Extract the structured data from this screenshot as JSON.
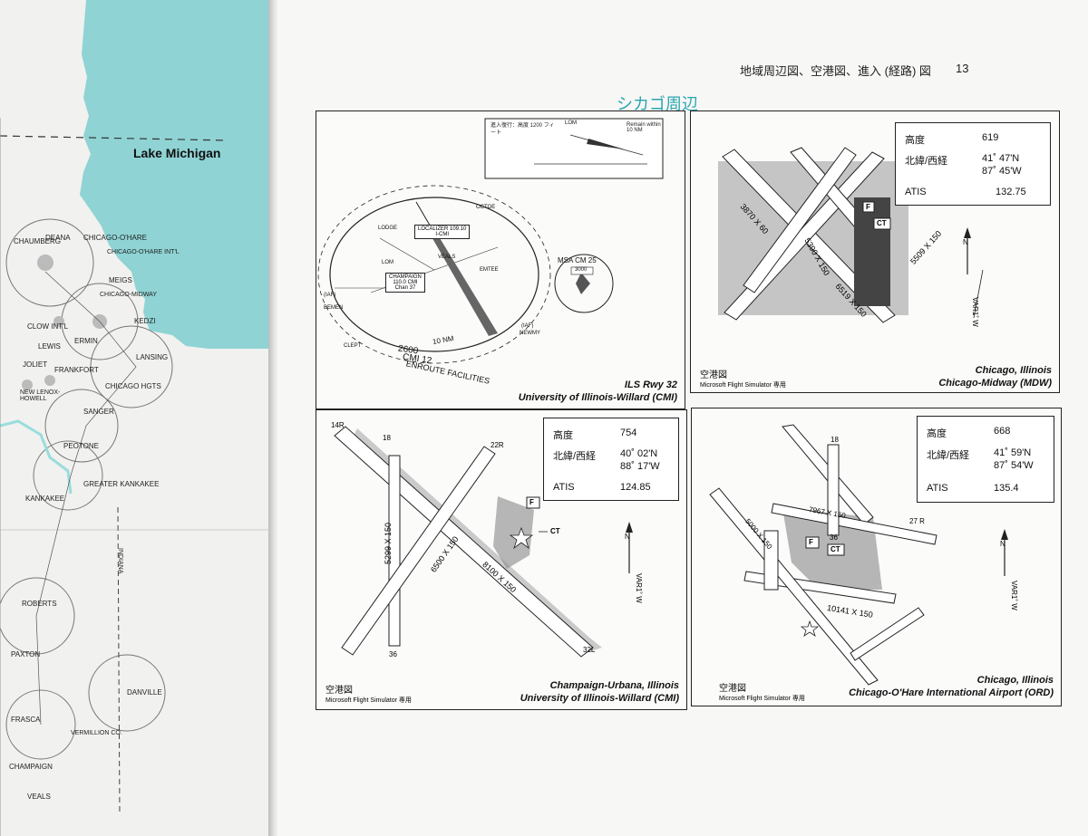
{
  "left_map": {
    "lake_label": "Lake Michigan",
    "places": [
      {
        "label": "CHAUMBERG"
      },
      {
        "label": "DEANA"
      },
      {
        "label": "CHICAGO-O'HARE"
      },
      {
        "label": "CHICAGO-O'HARE INT'L"
      },
      {
        "label": "MEIGS"
      },
      {
        "label": "CHICAGO-MIDWAY"
      },
      {
        "label": "CLOW INT'L"
      },
      {
        "label": "KEDZI"
      },
      {
        "label": "LEWIS"
      },
      {
        "label": "ERMIN"
      },
      {
        "label": "LANSING"
      },
      {
        "label": "JOLIET"
      },
      {
        "label": "FRANKFORT"
      },
      {
        "label": "NEW LENOX-HOWELL"
      },
      {
        "label": "CHICAGO HGTS"
      },
      {
        "label": "SANGER"
      },
      {
        "label": "PEOTONE"
      },
      {
        "label": "KANKAKEE"
      },
      {
        "label": "GREATER KANKAKEE"
      },
      {
        "label": "ROBERTS"
      },
      {
        "label": "PAXTON"
      },
      {
        "label": "DANVILLE"
      },
      {
        "label": "FRASCA"
      },
      {
        "label": "VERMILLION CO."
      },
      {
        "label": "CHAMPAIGN"
      },
      {
        "label": "VEALS"
      },
      {
        "label": "INDIANA"
      }
    ]
  },
  "header": {
    "section": "地域周辺図、空港図、進入 (経路) 図",
    "page_number": "13",
    "title": "シカゴ周辺"
  },
  "panels": {
    "cmi_approach": {
      "caption_1": "ILS Rwy 32",
      "caption_2": "University of Illinois-Willard (CMI)",
      "labels": {
        "enroute": "ENROUTE FACILITIES",
        "cmi12": "CMI 12",
        "nm10": "10 NM",
        "localizer": "LOCALIZER 109.10",
        "icmi": "I-CMI",
        "champaign": "CHAMPAIGN",
        "champaign_freq": "110.0 CMI",
        "chan": "Chan 37",
        "iaf": "(IAF)",
        "bemen": "BEMEN",
        "clept": "CLEPT",
        "newmy": "NEWMY",
        "emtee": "EMTEE",
        "octoe": "OCTOE",
        "lodge": "LODGE",
        "lom": "LOM",
        "veals": "VEALS",
        "alt2600": "2600",
        "msa": "MSA CM 25",
        "msa_alt": "3000",
        "remain": "Remain within 10 NM",
        "note": "進入復行：高度 1200 フィート"
      }
    },
    "mdw": {
      "diagram_label": "空港図",
      "sim_label": "Microsoft Flight Simulator 専用",
      "city": "Chicago, Illinois",
      "name": "Chicago-Midway (MDW)",
      "elev_key": "高度",
      "elev_val": "619",
      "latlon_key": "北緯/西経",
      "lat": "41˚ 47'N",
      "lon": "87˚ 45'W",
      "atis_key": "ATIS",
      "atis_val": "132.75",
      "runways": [
        "5509 X 150",
        "6519 X 150",
        "3870 X 60",
        "5390 X 150"
      ],
      "f_label": "F",
      "ct_label": "CT",
      "var": "VAR1˚ W",
      "n": "N"
    },
    "cmi": {
      "diagram_label": "空港図",
      "sim_label": "Microsoft Flight Simulator 専用",
      "city": "Champaign-Urbana, Illinois",
      "name": "University of Illinois-Willard (CMI)",
      "elev_key": "高度",
      "elev_val": "754",
      "latlon_key": "北緯/西経",
      "lat": "40˚ 02'N",
      "lon": "88˚ 17'W",
      "atis_key": "ATIS",
      "atis_val": "124.85",
      "runways": [
        "5299 X 150",
        "6500 X 150",
        "8100 X 150"
      ],
      "rwy_ends": [
        "14R",
        "18",
        "22R",
        "36",
        "32L"
      ],
      "f_label": "F",
      "ct_label": "CT",
      "var": "VAR1˚ W",
      "n": "N"
    },
    "ord": {
      "diagram_label": "空港図",
      "sim_label": "Microsoft Flight Simulator 専用",
      "city": "Chicago, Illinois",
      "name": "Chicago-O'Hare International Airport (ORD)",
      "elev_key": "高度",
      "elev_val": "668",
      "latlon_key": "北緯/西経",
      "lat": "41˚ 59'N",
      "lon": "87˚ 54'W",
      "atis_key": "ATIS",
      "atis_val": "135.4",
      "runways": [
        "10141 X 150",
        "7967 X 150",
        "5000 X 150"
      ],
      "rwy_ends": [
        "18",
        "36",
        "27 R"
      ],
      "f_label": "F",
      "ct_label": "CT",
      "var": "VAR1˚ W",
      "n": "N"
    }
  }
}
